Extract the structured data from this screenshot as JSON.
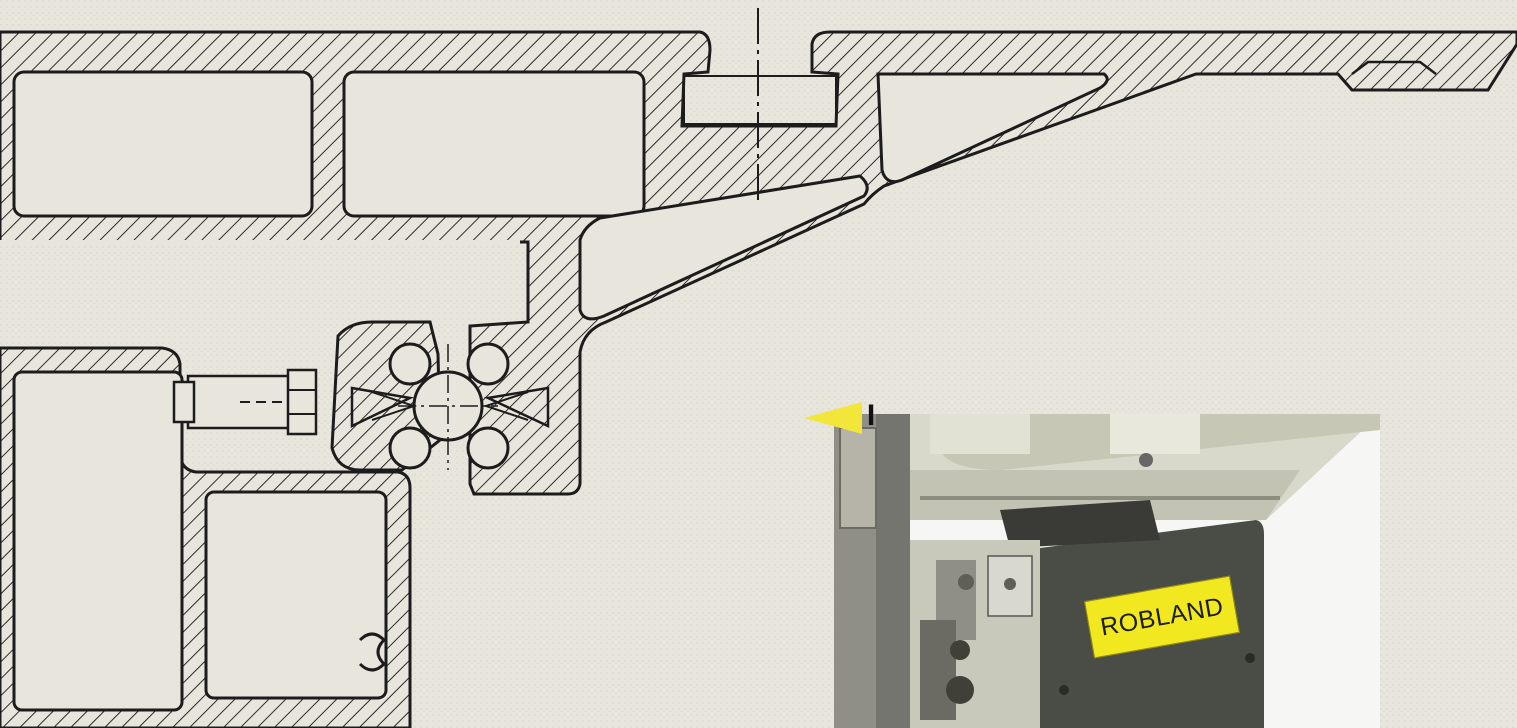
{
  "photo": {
    "brand_label": "ROBLAND",
    "section_marker": "I"
  },
  "colors": {
    "background": "#e7e5dc",
    "outline": "#1c1c1c",
    "label_yellow": "#f1e81f",
    "marker_yellow": "#f2e63a",
    "photo_body": "#4a4d45",
    "photo_profile": "#c6c7b4"
  },
  "icons": [
    "section-marker-arrow",
    "ball-bearing",
    "hex-nut",
    "centerline"
  ]
}
